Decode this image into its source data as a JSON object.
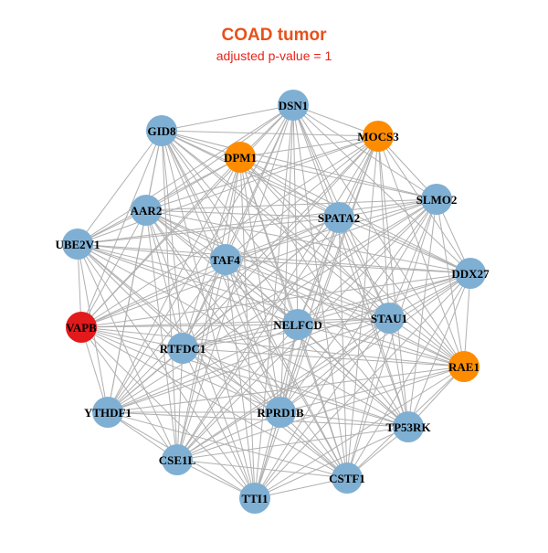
{
  "header": {
    "title": "COAD tumor",
    "subtitle": "adjusted p-value = 1",
    "title_color": "#e8501a",
    "subtitle_color": "#e8231a"
  },
  "colors": {
    "default": "#7fb0d4",
    "highlight": "#ff8c00",
    "query": "#e31a1c",
    "edge": "#b0b0b0"
  },
  "nodes": [
    {
      "id": "DSN1",
      "label": "DSN1",
      "color": "default"
    },
    {
      "id": "MOCS3",
      "label": "MOCS3",
      "color": "highlight"
    },
    {
      "id": "GID8",
      "label": "GID8",
      "color": "default"
    },
    {
      "id": "DPM1",
      "label": "DPM1",
      "color": "highlight"
    },
    {
      "id": "SLMO2",
      "label": "SLMO2",
      "color": "default"
    },
    {
      "id": "AAR2",
      "label": "AAR2",
      "color": "default"
    },
    {
      "id": "SPATA2",
      "label": "SPATA2",
      "color": "default"
    },
    {
      "id": "UBE2V1",
      "label": "UBE2V1",
      "color": "default"
    },
    {
      "id": "TAF4",
      "label": "TAF4",
      "color": "default"
    },
    {
      "id": "DDX27",
      "label": "DDX27",
      "color": "default"
    },
    {
      "id": "STAU1",
      "label": "STAU1",
      "color": "default"
    },
    {
      "id": "NELFCD",
      "label": "NELFCD",
      "color": "default"
    },
    {
      "id": "VAPB",
      "label": "VAPB",
      "color": "query"
    },
    {
      "id": "RTFDC1",
      "label": "RTFDC1",
      "color": "default"
    },
    {
      "id": "RAE1",
      "label": "RAE1",
      "color": "highlight"
    },
    {
      "id": "YTHDF1",
      "label": "YTHDF1",
      "color": "default"
    },
    {
      "id": "RPRD1B",
      "label": "RPRD1B",
      "color": "default"
    },
    {
      "id": "TP53RK",
      "label": "TP53RK",
      "color": "default"
    },
    {
      "id": "CSE1L",
      "label": "CSE1L",
      "color": "default"
    },
    {
      "id": "CSTF1",
      "label": "CSTF1",
      "color": "default"
    },
    {
      "id": "TTI1",
      "label": "TTI1",
      "color": "default"
    }
  ],
  "edges": "all-pairs"
}
